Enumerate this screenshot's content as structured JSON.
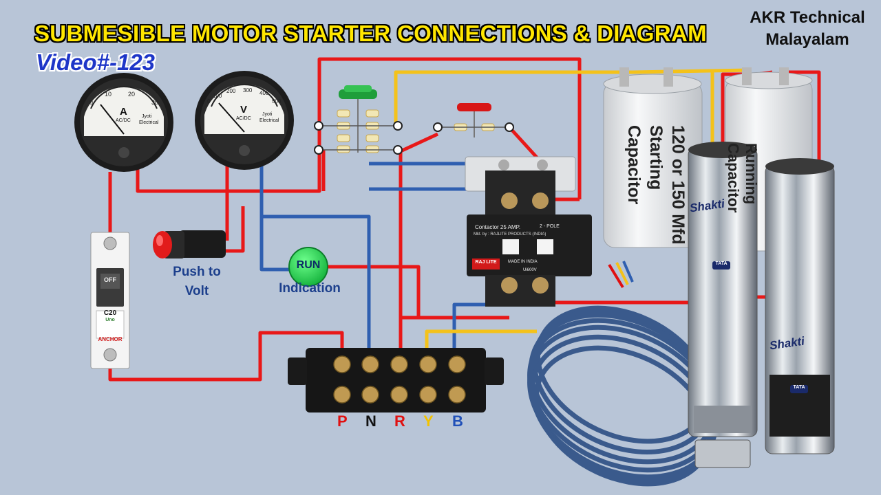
{
  "header": {
    "title": "SUBMESIBLE MOTOR STARTER CONNECTIONS & DIAGRAM",
    "video": "Video#-123",
    "brand_line1": "AKR Technical",
    "brand_line2": "Malayalam"
  },
  "ammeter": {
    "letter": "A",
    "mode": "AC/DC",
    "maker": "Jyoti",
    "maker2": "Electrical",
    "scale": [
      "0",
      "10",
      "20",
      "30"
    ]
  },
  "voltmeter": {
    "letter": "V",
    "mode": "AC/DC",
    "maker": "Jyoti",
    "maker2": "Electrical",
    "scale": [
      "0",
      "100",
      "200",
      "300",
      "400",
      "500"
    ]
  },
  "mcb": {
    "state": "OFF",
    "rating": "C20",
    "brand": "ANCHOR",
    "series": "Uno"
  },
  "push_button": {
    "label_line1": "Push to",
    "label_line2": "Volt"
  },
  "run_lamp": {
    "text": "RUN",
    "label": "Indication"
  },
  "contactor": {
    "title": "Contactor 25 AMP.",
    "pole": "2 - POLE",
    "maker": "Mkt. by : RAJLITE PRODUCTS (INDIA)",
    "brand": "RAJ LITE",
    "origin": "MADE IN INDIA",
    "voltage": "Ui600V"
  },
  "capacitors": {
    "starting_line1": "120 or 150 Mfd",
    "starting_line2": "Starting",
    "starting_line3": "Capacitor",
    "running_line1": "Running",
    "running_line2": "Capacitor"
  },
  "motor": {
    "brand": "Shakti",
    "maker": "TATA"
  },
  "terminal_strip": {
    "labels": [
      {
        "text": "P",
        "color": "#e01010"
      },
      {
        "text": "N",
        "color": "#111111"
      },
      {
        "text": "R",
        "color": "#e01010"
      },
      {
        "text": "Y",
        "color": "#f2c200"
      },
      {
        "text": "B",
        "color": "#2050b8"
      }
    ]
  },
  "colors": {
    "red_wire": "#e81818",
    "blue_wire": "#2f5fb0",
    "yellow_wire": "#f4c21a",
    "background": "#b8c5d7"
  }
}
